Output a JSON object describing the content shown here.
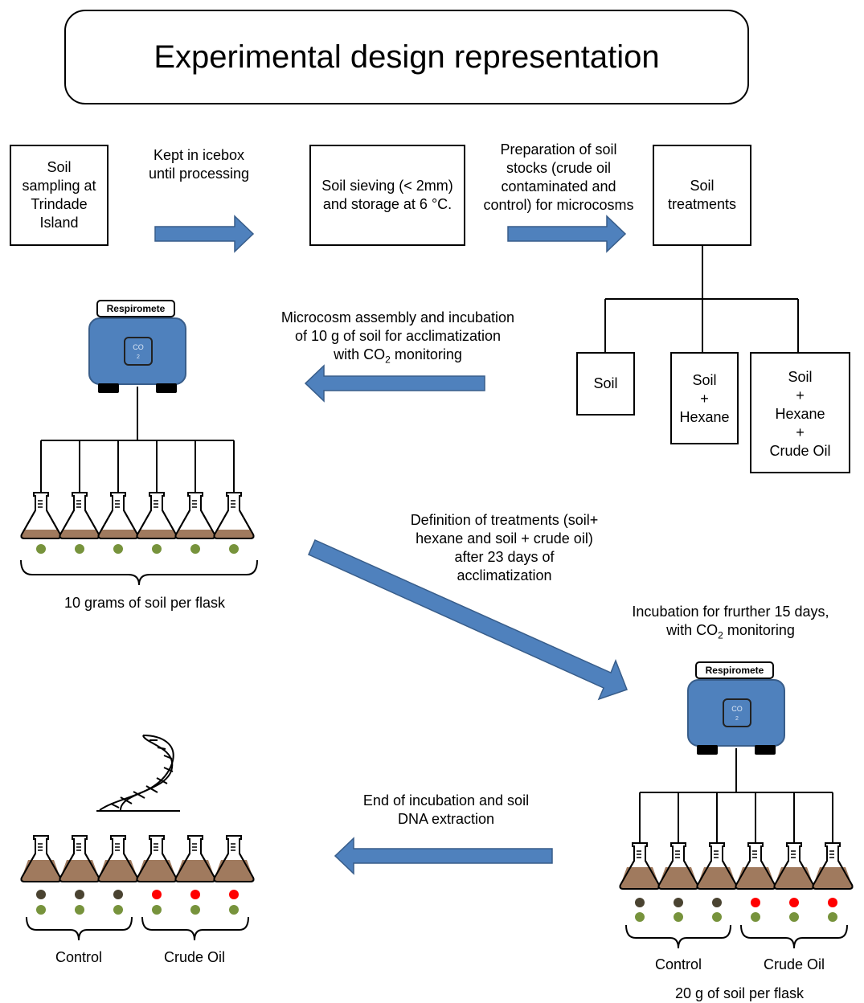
{
  "title": "Experimental design representation",
  "steps": {
    "sampling": [
      "Soil",
      "sampling at",
      "Trindade",
      "Island"
    ],
    "icebox": [
      "Kept in icebox",
      "until processing"
    ],
    "sieving": [
      "Soil sieving (< 2mm)",
      "and storage at 6 °C."
    ],
    "stocks": [
      "Preparation of soil",
      "stocks (crude oil",
      "contaminated and",
      "control) for microcosms"
    ],
    "treatments": [
      "Soil",
      "treatments"
    ]
  },
  "treatment_boxes": {
    "soil": [
      "Soil"
    ],
    "hexane": [
      "Soil",
      "+",
      "Hexane"
    ],
    "crude": [
      "Soil",
      "+",
      "Hexane",
      "+",
      "Crude Oil"
    ]
  },
  "assembly": {
    "line1": "Microcosm assembly and incubation",
    "line2": "of 10 g of soil for acclimatization",
    "line3_pre": "with CO",
    "line3_sub": "2",
    "line3_post": " monitoring"
  },
  "respirometer": {
    "label": "Respiromete",
    "window_text": "CO",
    "window_sub": "2"
  },
  "flasks_top_caption": "10 grams of soil per flask",
  "definition": [
    "Definition of treatments (soil+",
    "hexane and soil + crude oil)",
    "after 23 days of",
    "acclimatization"
  ],
  "incubation": {
    "line1": "Incubation for frurther 15 days,",
    "line2_pre": "with CO",
    "line2_sub": "2",
    "line2_post": " monitoring"
  },
  "end": [
    "End of incubation and soil",
    "DNA extraction"
  ],
  "groups": {
    "control": "Control",
    "crude_oil": "Crude Oil"
  },
  "flasks_bottom_caption": "20 g of soil per flask",
  "colors": {
    "arrow": "#4f81bd",
    "arrow_border": "#385d8a",
    "soil": "#a07a5e",
    "green_dot": "#77933c",
    "dark_dot": "#4a4331",
    "red_dot": "#ff0000"
  }
}
